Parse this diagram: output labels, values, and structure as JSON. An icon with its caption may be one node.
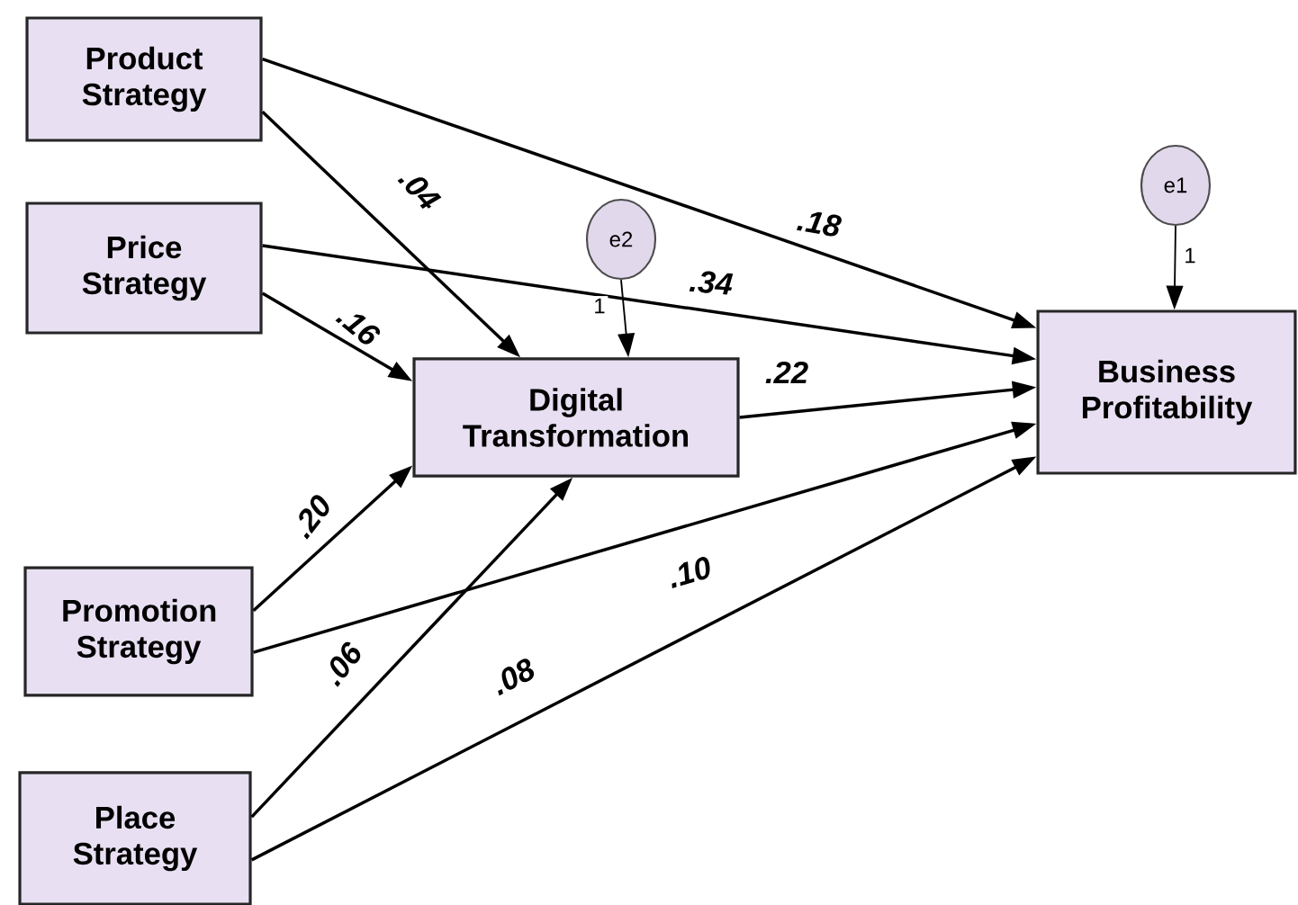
{
  "diagram": {
    "nodes": [
      {
        "text": [
          "Product Strategy"
        ]
      },
      {
        "text": [
          "Price Strategy"
        ]
      },
      {
        "text": [
          "e2"
        ]
      },
      {
        "text": [
          "Digital Transformation"
        ]
      },
      {
        "text": [
          "e1"
        ]
      },
      {
        "text": [
          "Business Profitability"
        ]
      },
      {
        "text": [
          "Promotion Strategy"
        ]
      },
      {
        "text": [
          "Place Strategy"
        ]
      }
    ],
    "edges": [
      {
        "from": 0,
        "to": 3,
        "arrow": "to",
        "label": ".04"
      },
      {
        "from": 0,
        "to": 5,
        "arrow": "to",
        "label": ".18"
      },
      {
        "from": 1,
        "to": 5,
        "arrow": "to",
        "label": ".34"
      },
      {
        "from": 1,
        "to": 3,
        "arrow": "to",
        "label": ".16"
      },
      {
        "from": 2,
        "to": 3,
        "arrow": "to",
        "label": "1"
      },
      {
        "from": 3,
        "to": 5,
        "arrow": "to",
        "label": ".22"
      },
      {
        "from": 4,
        "to": 5,
        "arrow": "to",
        "label": "1"
      },
      {
        "from": 6,
        "to": 3,
        "arrow": "to",
        "label": ".20"
      },
      {
        "from": 6,
        "to": 5,
        "arrow": "to",
        "label": ".10"
      },
      {
        "from": 7,
        "to": 3,
        "arrow": "to",
        "label": ".06"
      },
      {
        "from": 7,
        "to": 5,
        "arrow": "to",
        "label": ".08"
      }
    ]
  }
}
